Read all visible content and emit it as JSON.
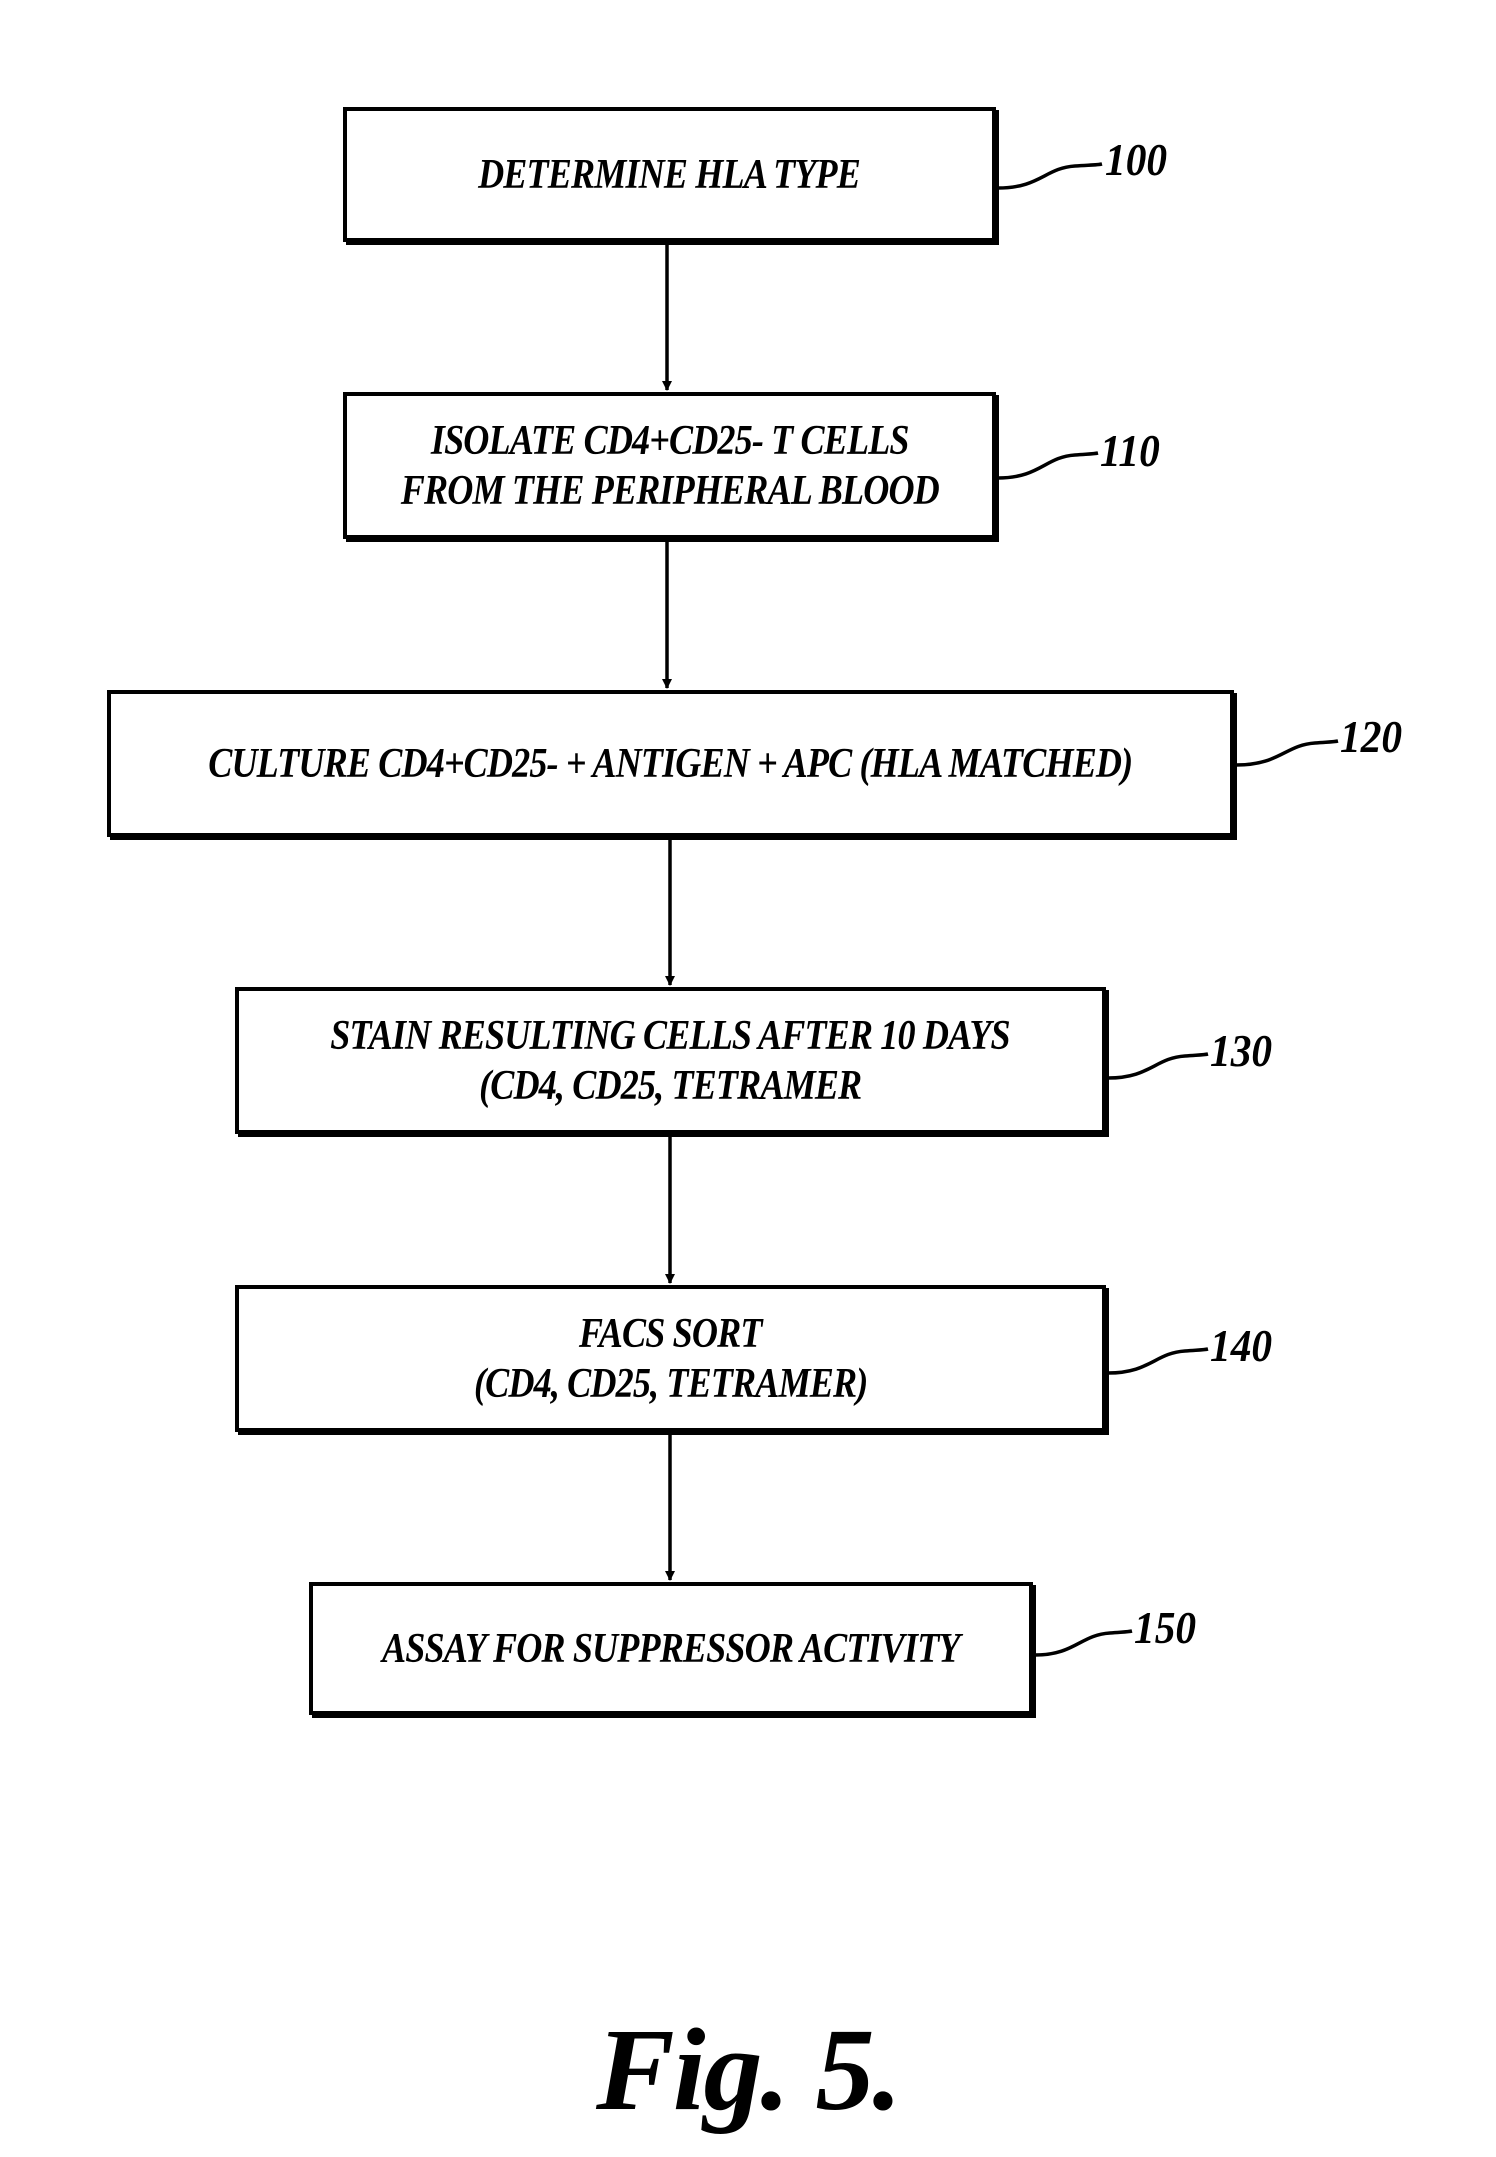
{
  "flowchart": {
    "steps": [
      {
        "ref": "100",
        "lines": [
          "DETERMINE HLA TYPE"
        ]
      },
      {
        "ref": "110",
        "lines": [
          "ISOLATE CD4+CD25- T CELLS",
          "FROM THE PERIPHERAL BLOOD"
        ]
      },
      {
        "ref": "120",
        "lines": [
          "CULTURE CD4+CD25- + ANTIGEN + APC (HLA MATCHED)"
        ]
      },
      {
        "ref": "130",
        "lines": [
          "STAIN RESULTING CELLS AFTER 10 DAYS",
          "(CD4, CD25, TETRAMER"
        ]
      },
      {
        "ref": "140",
        "lines": [
          "FACS SORT",
          "(CD4, CD25, TETRAMER)"
        ]
      },
      {
        "ref": "150",
        "lines": [
          "ASSAY FOR SUPPRESSOR ACTIVITY"
        ]
      }
    ]
  },
  "figure": {
    "caption": "Fig. 5."
  }
}
